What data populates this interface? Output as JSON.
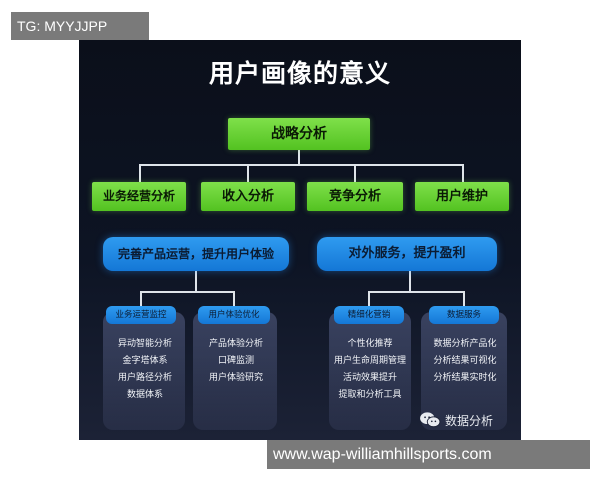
{
  "tag": "TG: MYYJJPP",
  "poster": {
    "title": "用户画像的意义",
    "root": "战略分析",
    "level2": [
      "业务经营分析",
      "收入分析",
      "竞争分析",
      "用户维护"
    ],
    "level3": [
      "完善产品运营，提升用户体验",
      "对外服务，提升盈利"
    ],
    "cards": [
      {
        "header": "业务运营监控",
        "items": [
          "异动智能分析",
          "金字塔体系",
          "用户路径分析",
          "数据体系"
        ]
      },
      {
        "header": "用户体验优化",
        "items": [
          "产品体验分析",
          "口碑监测",
          "用户体验研究"
        ]
      },
      {
        "header": "精细化营销",
        "items": [
          "个性化推荐",
          "用户生命周期管理",
          "活动效果提升",
          "提取和分析工具"
        ]
      },
      {
        "header": "数据服务",
        "items": [
          "数据分析产品化",
          "分析结果可视化",
          "分析结果实时化"
        ]
      }
    ],
    "brand": "数据分析",
    "brand_icon": "wechat-icon",
    "colors": {
      "green": "#5cc82a",
      "blue": "#1e88e5",
      "background": "#0d1424"
    }
  },
  "watermark": "www.wap-williamhillsports.com"
}
